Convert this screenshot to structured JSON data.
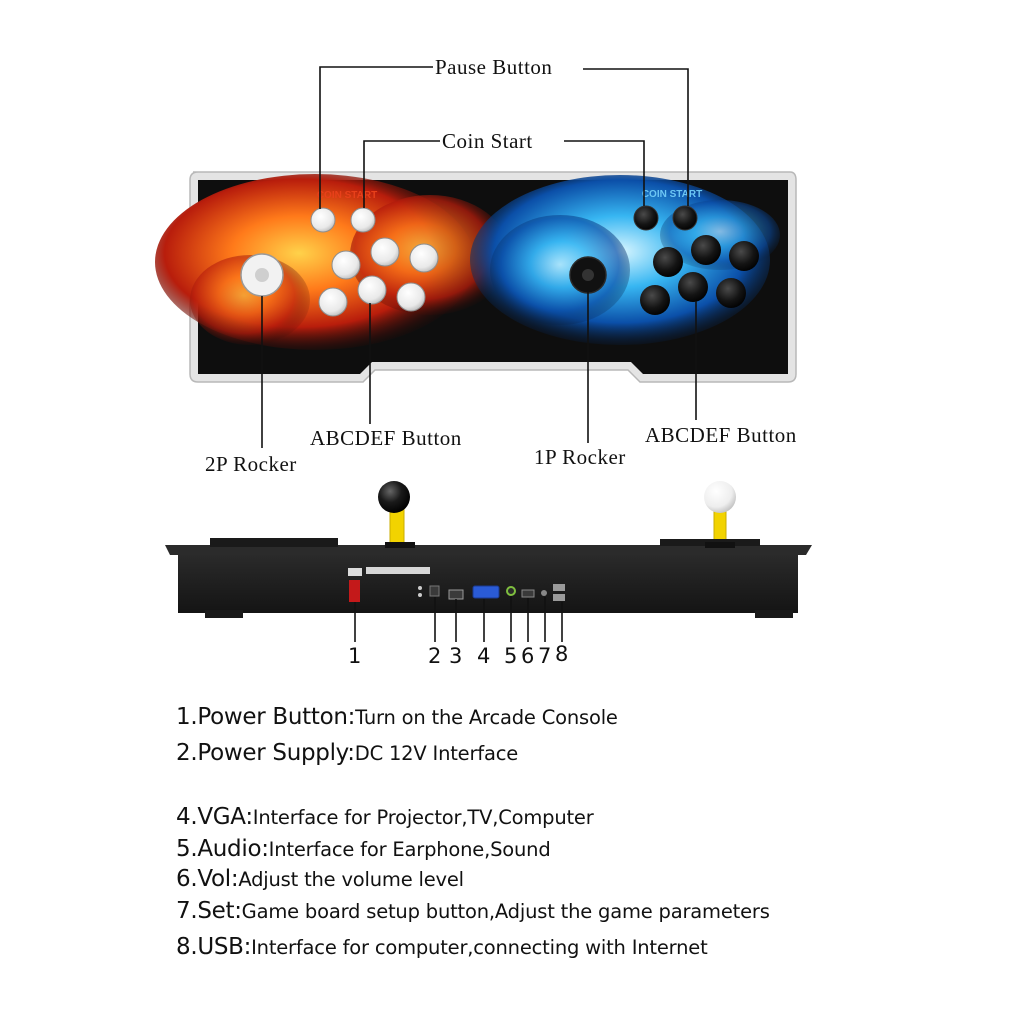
{
  "callouts": {
    "pause": "Pause Button",
    "coin_start": "Coin Start",
    "abcdef_left": "ABCDEF Button",
    "abcdef_right": "ABCDEF Button",
    "rocker_2p": "2P Rocker",
    "rocker_1p": "1P Rocker"
  },
  "panel_labels": {
    "left": "COIN START",
    "right": "COIN START"
  },
  "colors": {
    "left_theme": "#e8401a",
    "right_theme": "#1aa0e8",
    "panel": "#101010",
    "body": "#1c1c1c"
  },
  "port_numbers": [
    "1",
    "2",
    "3",
    "4",
    "5",
    "6",
    "7",
    "8"
  ],
  "legend": [
    {
      "key": "1.Power Button:",
      "desc": "Turn on the Arcade Console"
    },
    {
      "key": "2.Power Supply:",
      "desc": "DC 12V Interface"
    },
    {
      "key": "4.VGA:",
      "desc": "Interface for Projector,TV,Computer"
    },
    {
      "key": "5.Audio:",
      "desc": "Interface for Earphone,Sound"
    },
    {
      "key": "6.Vol:",
      "desc": "Adjust the volume level"
    },
    {
      "key": "7.Set:",
      "desc": "Game board setup button,Adjust the game parameters"
    },
    {
      "key": "8.USB:",
      "desc": "Interface for computer,connecting with Internet"
    }
  ]
}
